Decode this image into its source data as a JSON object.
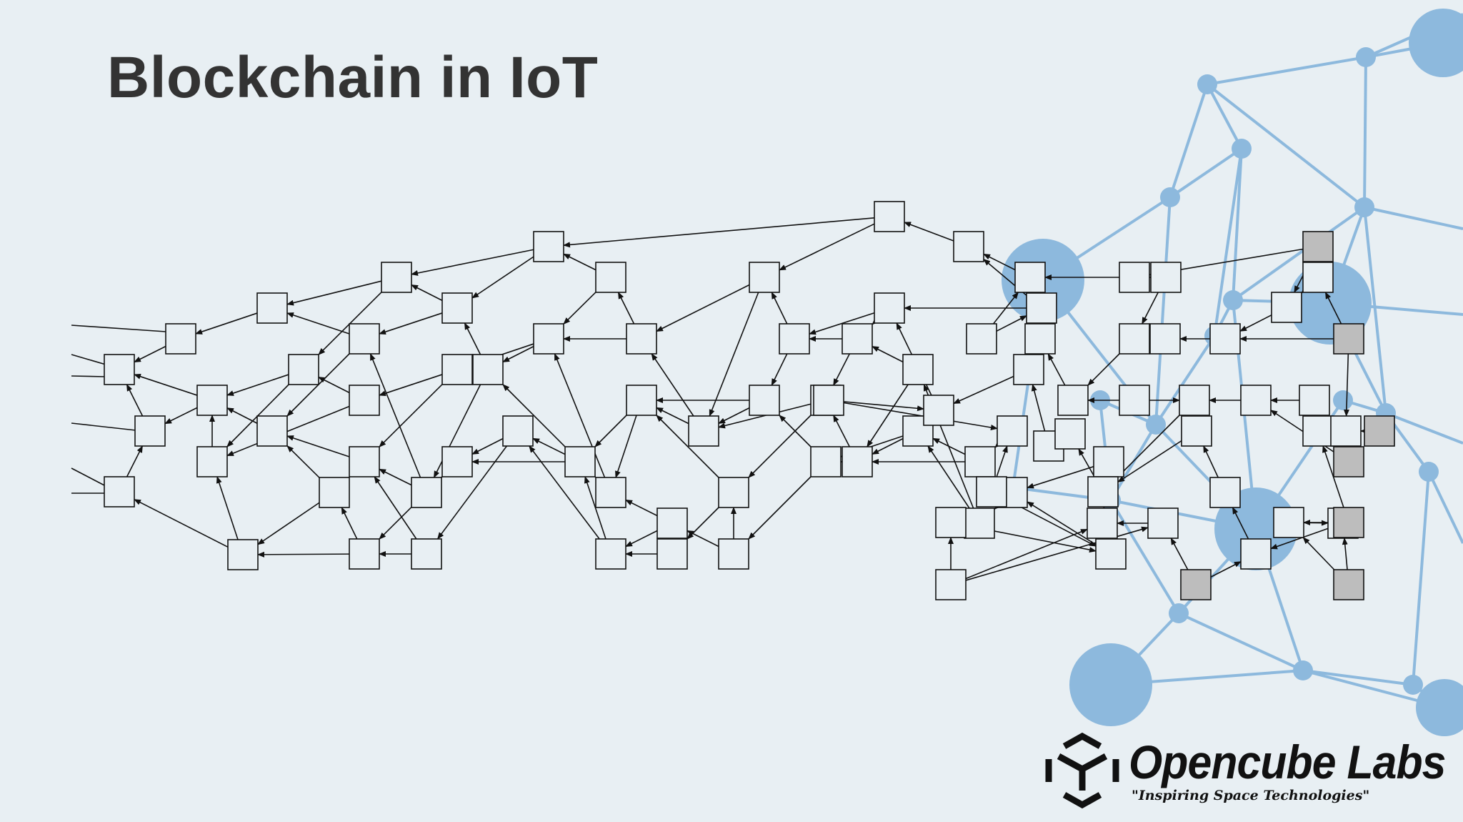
{
  "slide": {
    "title": "Blockchain in IoT"
  },
  "logo": {
    "name": "Opencube Labs",
    "tagline": "\"Inspiring Space Technologies\""
  },
  "diagram": {
    "type": "tangle-dag",
    "tip_color": "#bdbdbd",
    "node_fill": "#e8eff3",
    "background_network_color": "#8db9dd"
  }
}
